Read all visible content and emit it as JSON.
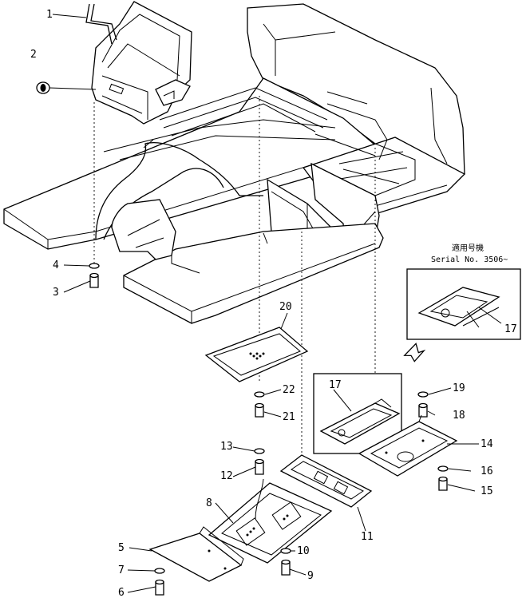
{
  "callouts": {
    "c1": "1",
    "c2": "2",
    "c3": "3",
    "c4": "4",
    "c5": "5",
    "c6": "6",
    "c7": "7",
    "c8": "8",
    "c9": "9",
    "c10": "10",
    "c11": "11",
    "c12": "12",
    "c13": "13",
    "c14": "14",
    "c15": "15",
    "c16": "16",
    "c17a": "17",
    "c17b": "17",
    "c18": "18",
    "c19": "19",
    "c20": "20",
    "c21": "21",
    "c22": "22"
  },
  "inset": {
    "applicable_jp": "適用号機",
    "serial": "Serial No. 3506~"
  }
}
